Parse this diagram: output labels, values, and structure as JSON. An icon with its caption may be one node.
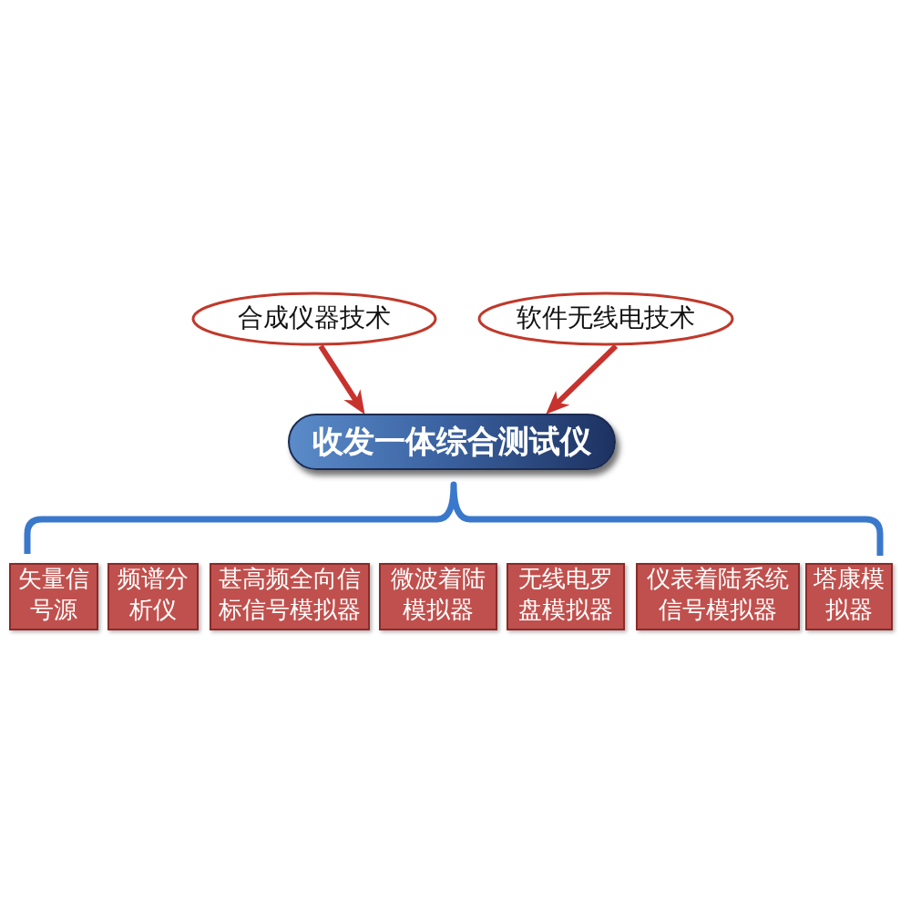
{
  "diagram": {
    "nodes": [
      {
        "text": [
          "合成仪器技术"
        ]
      },
      {
        "text": [
          "软件无线电技术"
        ]
      },
      {
        "text": [
          "收发一体综合测试仪"
        ]
      },
      {
        "text": [
          "矢量信号源"
        ]
      },
      {
        "text": [
          "频谱分析仪"
        ]
      },
      {
        "text": [
          "甚高频全向信标信号模拟器"
        ]
      },
      {
        "text": [
          "微波着陆模拟器"
        ]
      },
      {
        "text": [
          "无线电罗盘模拟器"
        ]
      },
      {
        "text": [
          "仪表着陆系统信号模拟器"
        ]
      },
      {
        "text": [
          "塔康模拟器"
        ]
      }
    ],
    "edges": [
      {
        "from": 0,
        "to": 2,
        "arrow": "to"
      },
      {
        "from": 1,
        "to": 2,
        "arrow": "to"
      }
    ]
  }
}
